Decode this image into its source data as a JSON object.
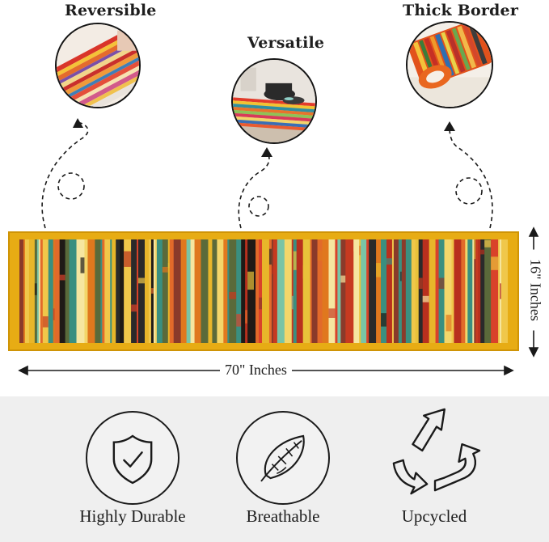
{
  "features": [
    {
      "title": "Reversible",
      "icon": "reversible-photo"
    },
    {
      "title": "Versatile",
      "icon": "versatile-photo"
    },
    {
      "title": "Thick Border",
      "icon": "thick-border-photo"
    }
  ],
  "dimensions": {
    "width_label": "70\" Inches",
    "height_label": "16\" Inches"
  },
  "benefits": [
    {
      "label": "Highly Durable",
      "icon": "shield-check-icon"
    },
    {
      "label": "Breathable",
      "icon": "feather-icon"
    },
    {
      "label": "Upcycled",
      "icon": "recycle-arrows-icon"
    }
  ],
  "colors": {
    "runner_border": "#e7ac14",
    "panel_bg": "#efefef",
    "outline": "#1a1a1a"
  }
}
